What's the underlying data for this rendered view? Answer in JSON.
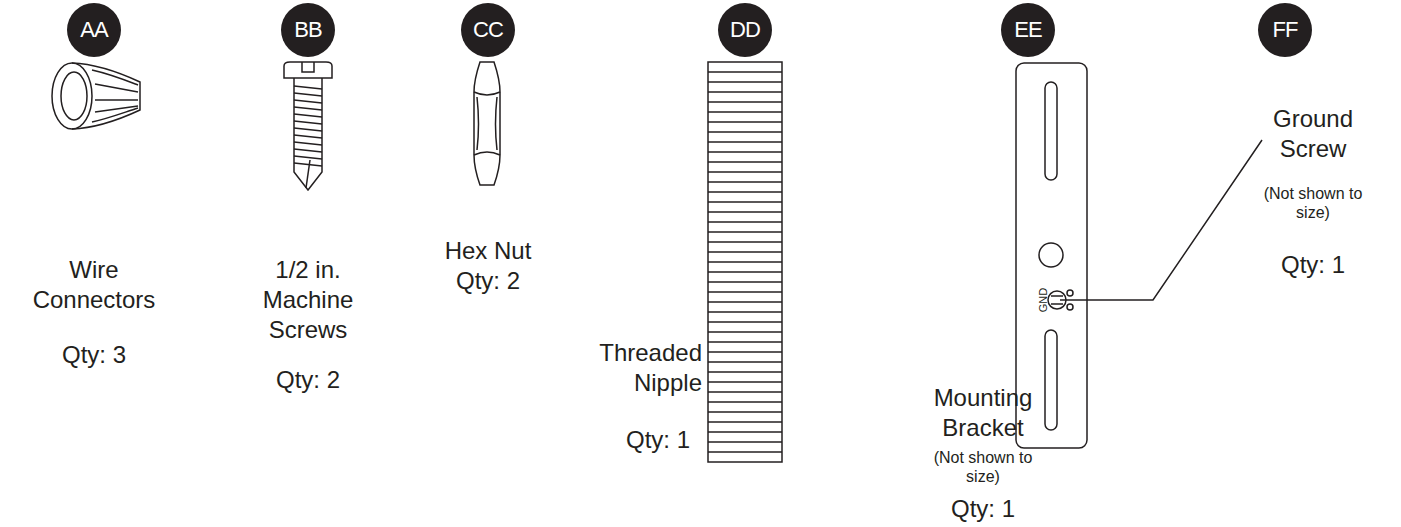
{
  "diagram": {
    "nodes": [
      {
        "text": [
          "AA"
        ]
      },
      {
        "text": [
          "BB"
        ]
      },
      {
        "text": [
          "CC"
        ]
      },
      {
        "text": [
          "DD"
        ]
      },
      {
        "text": [
          "EE"
        ]
      },
      {
        "text": [
          "FF"
        ]
      }
    ],
    "labels": [
      "Wire Connectors",
      "Qty: 3",
      "1/2 in. Machine Screws",
      "Qty: 2",
      "Hex Nut",
      "Qty: 2",
      "Threaded Nipple",
      "Qty: 1",
      "GND",
      "Mounting Bracket",
      "(Not shown to size)",
      "Qty: 1",
      "Ground Screw",
      "(Not shown to size)",
      "Qty: 1"
    ]
  }
}
